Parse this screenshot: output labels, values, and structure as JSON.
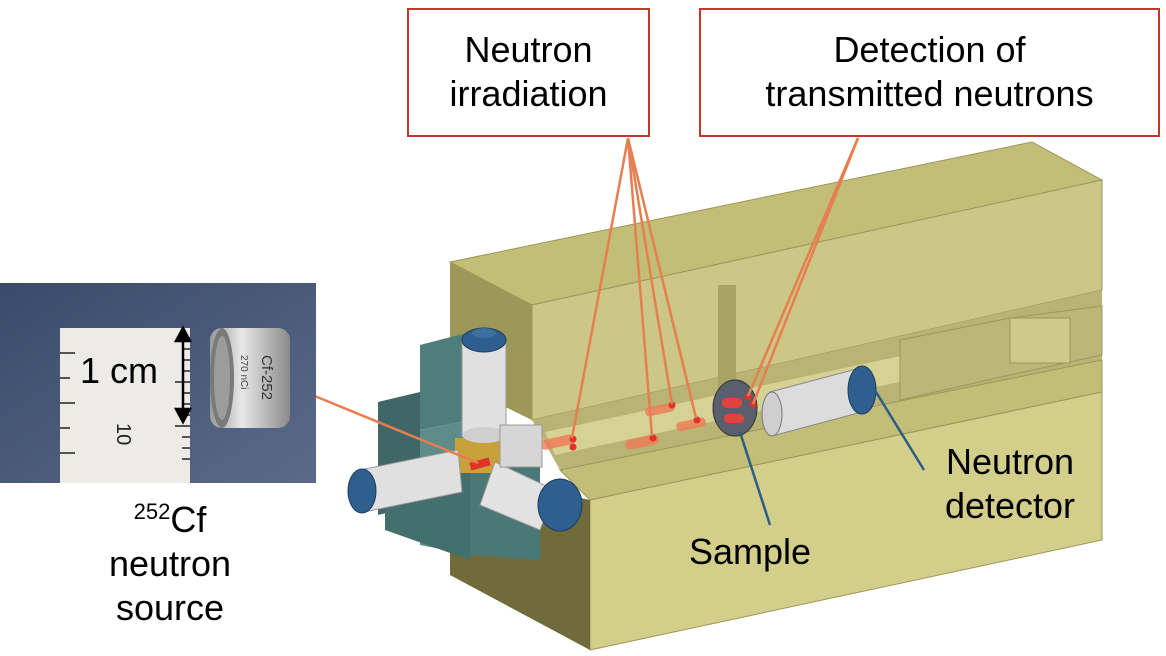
{
  "callouts": {
    "irradiation": [
      "Neutron",
      "irradiation"
    ],
    "detection": [
      "Detection of",
      "transmitted neutrons"
    ]
  },
  "labels": {
    "neutron_detector": [
      "Neutron",
      "detector"
    ],
    "sample": "Sample",
    "source_superscript": "252",
    "source_element": "Cf",
    "source_line2": "neutron",
    "source_line3": "source"
  },
  "photo": {
    "scale_text": "1 cm",
    "ruler_number": "10",
    "cylinder_label_main": "Cf-252",
    "cylinder_label_activity": "270 nCi"
  },
  "colors": {
    "callout_border": "#c0392b",
    "callout_line": "#e67e50",
    "detector_line": "#2b5d87",
    "shield_face": "#d3ce8a",
    "shield_top": "#c2bd77",
    "shield_shadow": "#8a854c",
    "collimator_teal": "#4f7d7b",
    "detector_cap": "#2f5f8f"
  }
}
